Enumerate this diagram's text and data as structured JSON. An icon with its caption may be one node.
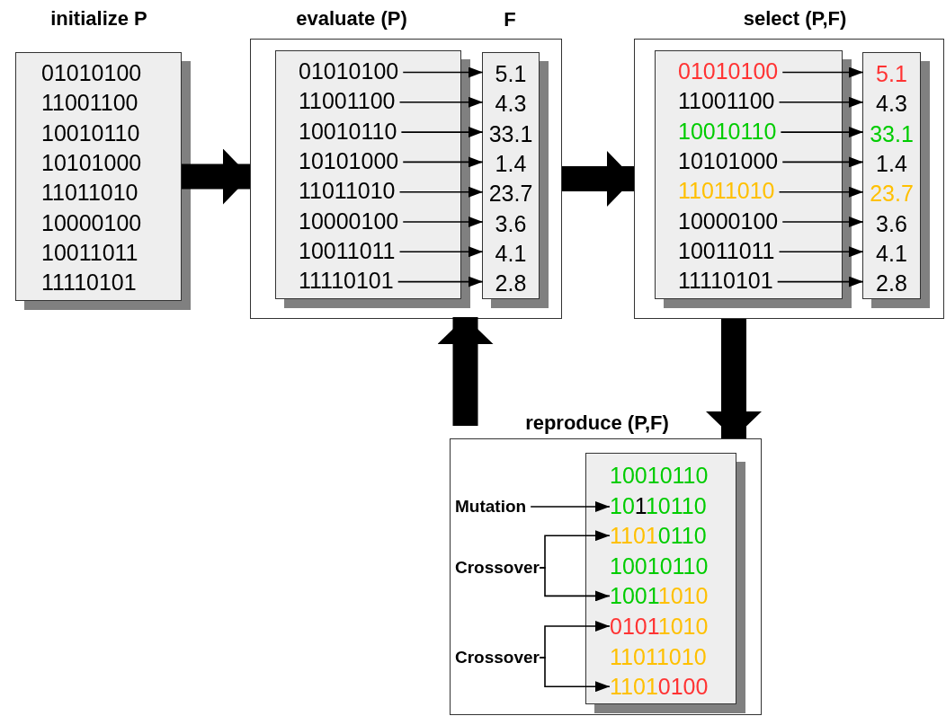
{
  "diagram": {
    "nodes": [
      {
        "text": [
          "initialize P",
          "01010100",
          "11001100",
          "10010110",
          "10101000",
          "11011010",
          "10000100",
          "10011011",
          "11110101"
        ]
      },
      {
        "text": [
          "evaluate (P)"
        ]
      },
      {
        "text": [],
        "shape": "box",
        "in": 1
      },
      {
        "text": [
          "01010100"
        ],
        "in": 2
      },
      {
        "text": [
          "11001100"
        ],
        "in": 2
      },
      {
        "text": [
          "10010110"
        ],
        "in": 2
      },
      {
        "text": [
          "10101000"
        ],
        "in": 2
      },
      {
        "text": [
          "11011010"
        ],
        "in": 2
      },
      {
        "text": [
          "10000100"
        ],
        "in": 2
      },
      {
        "text": [
          "10011011"
        ],
        "in": 2
      },
      {
        "text": [
          "11110101"
        ],
        "in": 2
      },
      {
        "text": [
          "F"
        ],
        "in": 1
      },
      {
        "text": [
          "5.1"
        ],
        "in": 11
      },
      {
        "text": [
          "4.3"
        ],
        "in": 11
      },
      {
        "text": [
          "33.1"
        ],
        "in": 11
      },
      {
        "text": [
          "1.4"
        ],
        "in": 11
      },
      {
        "text": [
          "23.7"
        ],
        "in": 11
      },
      {
        "text": [
          "3.6"
        ],
        "in": 11
      },
      {
        "text": [
          "4.1"
        ],
        "in": 11
      },
      {
        "text": [
          "2.8"
        ],
        "in": 11
      },
      {
        "text": [
          "select (P,F)"
        ]
      },
      {
        "text": [],
        "shape": "box",
        "in": 20
      },
      {
        "text": [
          "01010100"
        ],
        "in": 21
      },
      {
        "text": [
          "11001100"
        ],
        "in": 21
      },
      {
        "text": [
          "10010110"
        ],
        "in": 21
      },
      {
        "text": [
          "10101000"
        ],
        "in": 21
      },
      {
        "text": [
          "11011010"
        ],
        "in": 21
      },
      {
        "text": [
          "10000100"
        ],
        "in": 21
      },
      {
        "text": [
          "10011011"
        ],
        "in": 21
      },
      {
        "text": [
          "11110101"
        ],
        "in": 21
      },
      {
        "text": [],
        "shape": "box",
        "in": 20
      },
      {
        "text": [
          "5.1"
        ],
        "in": 30
      },
      {
        "text": [
          "4.3"
        ],
        "in": 30
      },
      {
        "text": [
          "33.1"
        ],
        "in": 30
      },
      {
        "text": [
          "1.4"
        ],
        "in": 30
      },
      {
        "text": [
          "23.7"
        ],
        "in": 30
      },
      {
        "text": [
          "3.6"
        ],
        "in": 30
      },
      {
        "text": [
          "4.1"
        ],
        "in": 30
      },
      {
        "text": [
          "2.8"
        ],
        "in": 30
      },
      {
        "text": [
          "reproduce (P,F)"
        ]
      },
      {
        "text": [],
        "shape": "box",
        "in": 39
      },
      {
        "text": [
          "10010110"
        ],
        "in": 40
      },
      {
        "text": [
          "10110110"
        ],
        "in": 40
      },
      {
        "text": [
          "11010110"
        ],
        "in": 40
      },
      {
        "text": [
          "10010110"
        ],
        "in": 40
      },
      {
        "text": [
          "10011010"
        ],
        "in": 40
      },
      {
        "text": [
          "01011010"
        ],
        "in": 40
      },
      {
        "text": [
          "11011010"
        ],
        "in": 40
      },
      {
        "text": [
          "11010100"
        ],
        "in": 40
      },
      {
        "text": [
          "Mutation"
        ],
        "in": 39
      },
      {
        "text": [
          "Crossover"
        ],
        "in": 39
      },
      {
        "text": [
          "Crossover"
        ],
        "in": 39
      }
    ],
    "edges": [
      {
        "from": 0,
        "to": 1,
        "arrow": "to",
        "style": "thick"
      },
      {
        "from": 3,
        "to": 12,
        "arrow": "to"
      },
      {
        "from": 4,
        "to": 13,
        "arrow": "to"
      },
      {
        "from": 5,
        "to": 14,
        "arrow": "to"
      },
      {
        "from": 6,
        "to": 15,
        "arrow": "to"
      },
      {
        "from": 7,
        "to": 16,
        "arrow": "to"
      },
      {
        "from": 8,
        "to": 17,
        "arrow": "to"
      },
      {
        "from": 9,
        "to": 18,
        "arrow": "to"
      },
      {
        "from": 10,
        "to": 19,
        "arrow": "to"
      },
      {
        "from": 1,
        "to": 20,
        "arrow": "to",
        "style": "thick"
      },
      {
        "from": 22,
        "to": 31,
        "arrow": "to"
      },
      {
        "from": 23,
        "to": 32,
        "arrow": "to"
      },
      {
        "from": 24,
        "to": 33,
        "arrow": "to"
      },
      {
        "from": 25,
        "to": 34,
        "arrow": "to"
      },
      {
        "from": 26,
        "to": 35,
        "arrow": "to"
      },
      {
        "from": 27,
        "to": 36,
        "arrow": "to"
      },
      {
        "from": 28,
        "to": 37,
        "arrow": "to"
      },
      {
        "from": 29,
        "to": 38,
        "arrow": "to"
      },
      {
        "from": 20,
        "to": 39,
        "arrow": "to",
        "style": "thick"
      },
      {
        "from": 39,
        "to": 1,
        "arrow": "to",
        "style": "thick"
      },
      {
        "from": 49,
        "to": 42,
        "arrow": "to"
      },
      {
        "from": 50,
        "to": 43,
        "arrow": "to"
      },
      {
        "from": 50,
        "to": 45,
        "arrow": "to"
      },
      {
        "from": 51,
        "to": 46,
        "arrow": "to"
      },
      {
        "from": 51,
        "to": 48,
        "arrow": "to"
      }
    ]
  }
}
